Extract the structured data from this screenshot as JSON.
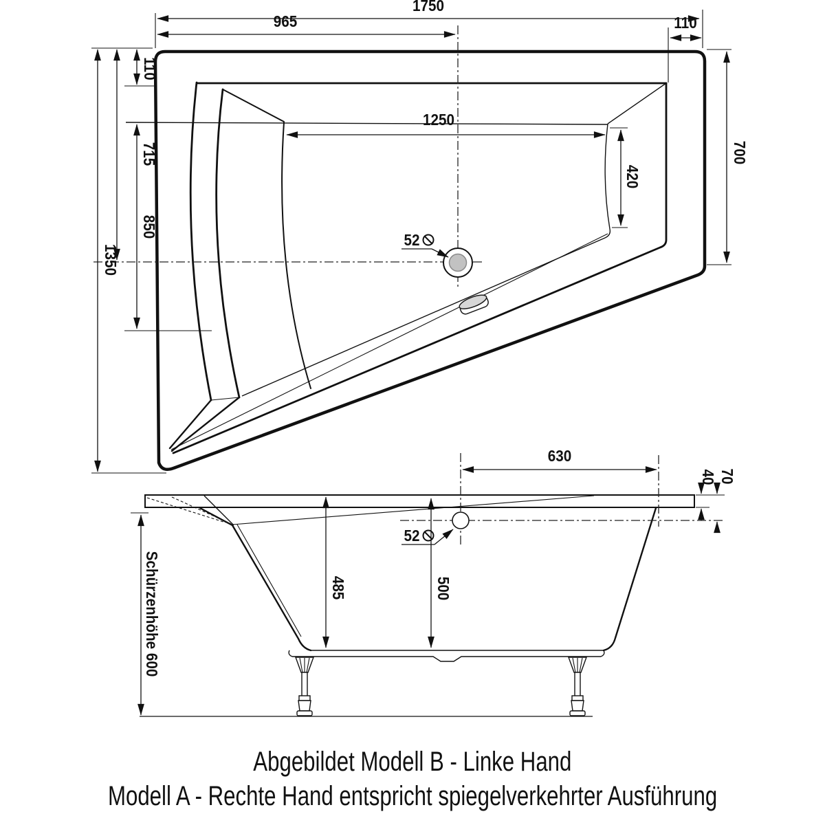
{
  "top_view": {
    "overall_length": "1750",
    "drain_offset_left": "965",
    "rim_width_top_right": "110",
    "rim_width_left": "110",
    "inner_length": "1250",
    "inner_width": "420",
    "seat_dim_upper": "715",
    "drain_offset_top": "850",
    "overall_width": "1350",
    "right_edge_length": "700",
    "drain_diameter": "52"
  },
  "side_view": {
    "drain_to_end": "630",
    "rim_thickness": "40",
    "rim_to_drain_axis": "70",
    "drain_diameter": "52",
    "inner_depth": "485",
    "depth_to_drain": "500",
    "skirt_height": "Schürzenhöhe 600"
  },
  "caption": {
    "line1": "Abgebildet Modell B - Linke Hand",
    "line2": "Modell A - Rechte Hand entspricht spiegelverkehrter Ausführung"
  }
}
